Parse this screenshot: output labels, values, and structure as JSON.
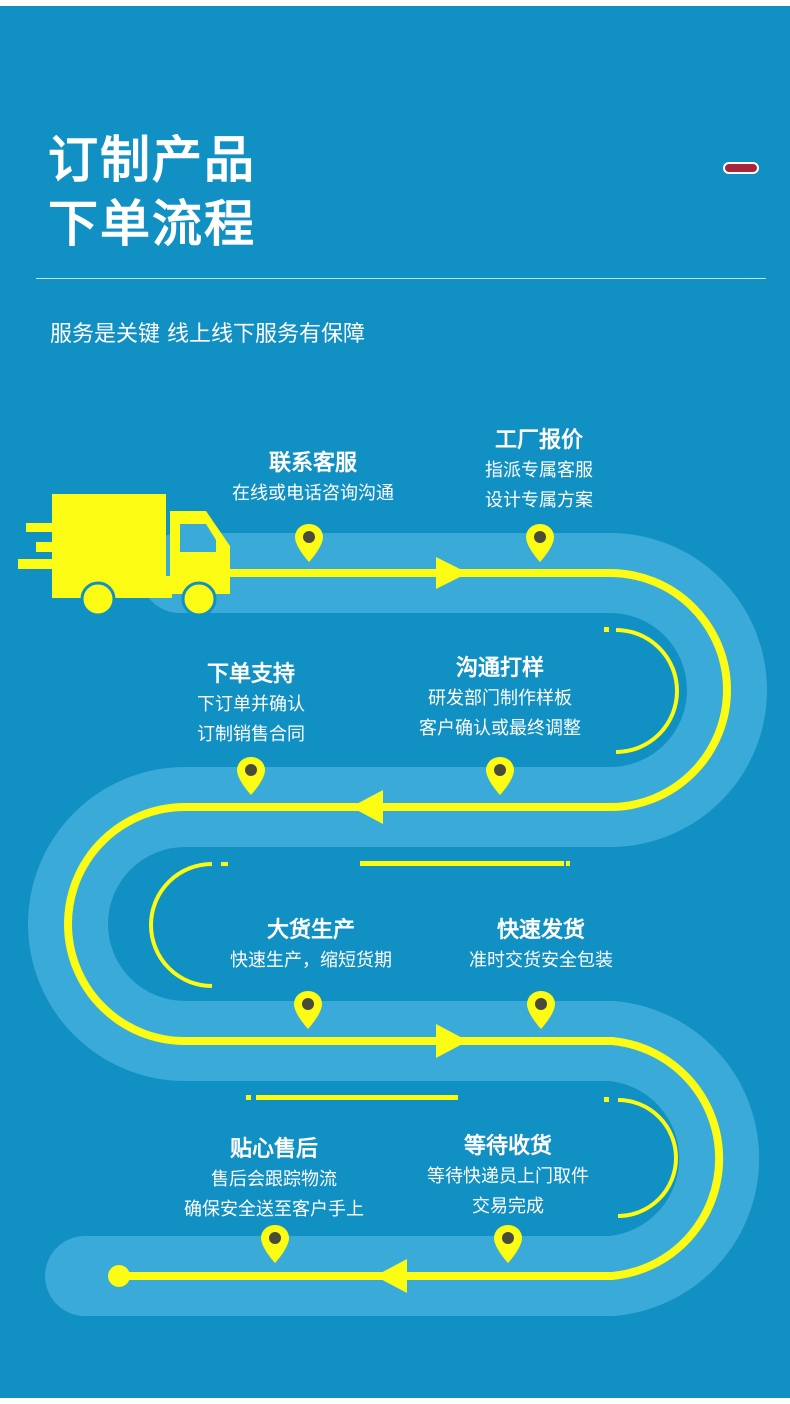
{
  "title": {
    "line1": "订制产品",
    "line2": "下单流程"
  },
  "subtitle": "服务是关键 线上线下服务有保障",
  "colors": {
    "background": "#1190c4",
    "road": "#3aaad9",
    "road_inner": "#1789bb",
    "line": "#fbfb13",
    "pin_dot": "#4a4a3a",
    "accent_badge": "#a8243a"
  },
  "steps": [
    {
      "title": "联系客服",
      "desc": [
        "在线或电话咨询沟通"
      ]
    },
    {
      "title": "工厂报价",
      "desc": [
        "指派专属客服",
        "设计专属方案"
      ]
    },
    {
      "title": "下单支持",
      "desc": [
        "下订单并确认",
        "订制销售合同"
      ]
    },
    {
      "title": "沟通打样",
      "desc": [
        "研发部门制作样板",
        "客户确认或最终调整"
      ]
    },
    {
      "title": "大货生产",
      "desc": [
        "快速生产，缩短货期"
      ]
    },
    {
      "title": "快速发货",
      "desc": [
        "准时交货安全包装"
      ]
    },
    {
      "title": "贴心售后",
      "desc": [
        "售后会跟踪物流",
        "确保安全送至客户手上"
      ]
    },
    {
      "title": "等待收货",
      "desc": [
        "等待快递员上门取件",
        "交易完成"
      ]
    }
  ]
}
